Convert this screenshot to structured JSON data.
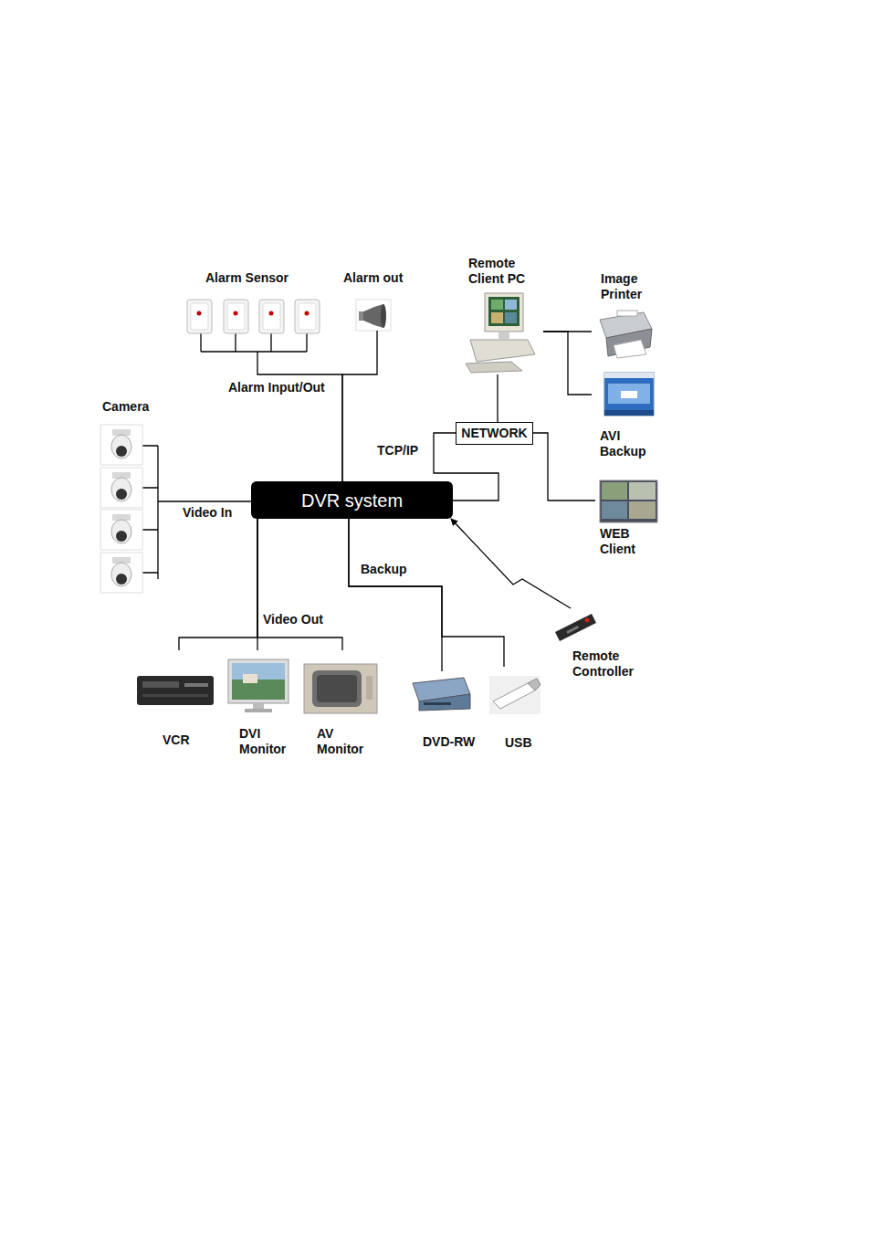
{
  "diagram": {
    "nodes": [
      {
        "text": [
          "Alarm Sensor"
        ]
      },
      {
        "text": [
          "Alarm out"
        ]
      },
      {
        "text": [
          "Remote Client PC"
        ]
      },
      {
        "text": [
          "Image Printer"
        ]
      },
      {
        "text": [
          "Camera"
        ]
      },
      {
        "text": [
          "NETWORK"
        ]
      },
      {
        "text": [
          "AVI Backup"
        ]
      },
      {
        "text": [
          "DVR system"
        ]
      },
      {
        "text": [
          "WEB Client"
        ]
      },
      {
        "text": [
          "VCR"
        ]
      },
      {
        "text": [
          "DVI Monitor"
        ]
      },
      {
        "text": [
          "AV Monitor"
        ]
      },
      {
        "text": [
          "DVD-RW"
        ]
      },
      {
        "text": [
          "USB"
        ]
      },
      {
        "text": [
          "Remote Controller"
        ]
      }
    ],
    "edges": [
      {
        "from": 0,
        "to": 7,
        "arrow": "none",
        "label": "Alarm Input/Out"
      },
      {
        "from": 1,
        "to": 7,
        "arrow": "none"
      },
      {
        "from": 4,
        "to": 7,
        "arrow": "none",
        "label": "Video In"
      },
      {
        "from": 7,
        "to": 5,
        "arrow": "none",
        "label": "TCP/IP"
      },
      {
        "from": 5,
        "to": 2,
        "arrow": "none"
      },
      {
        "from": 5,
        "to": 8,
        "arrow": "none"
      },
      {
        "from": 2,
        "to": 3,
        "arrow": "none"
      },
      {
        "from": 2,
        "to": 6,
        "arrow": "none"
      },
      {
        "from": 7,
        "to": 9,
        "arrow": "none",
        "label": "Video Out"
      },
      {
        "from": 7,
        "to": 10,
        "arrow": "none"
      },
      {
        "from": 7,
        "to": 11,
        "arrow": "none"
      },
      {
        "from": 7,
        "to": 12,
        "arrow": "none",
        "label": "Backup"
      },
      {
        "from": 7,
        "to": 13,
        "arrow": "none"
      },
      {
        "from": 14,
        "to": 7,
        "arrow": "to"
      }
    ]
  }
}
